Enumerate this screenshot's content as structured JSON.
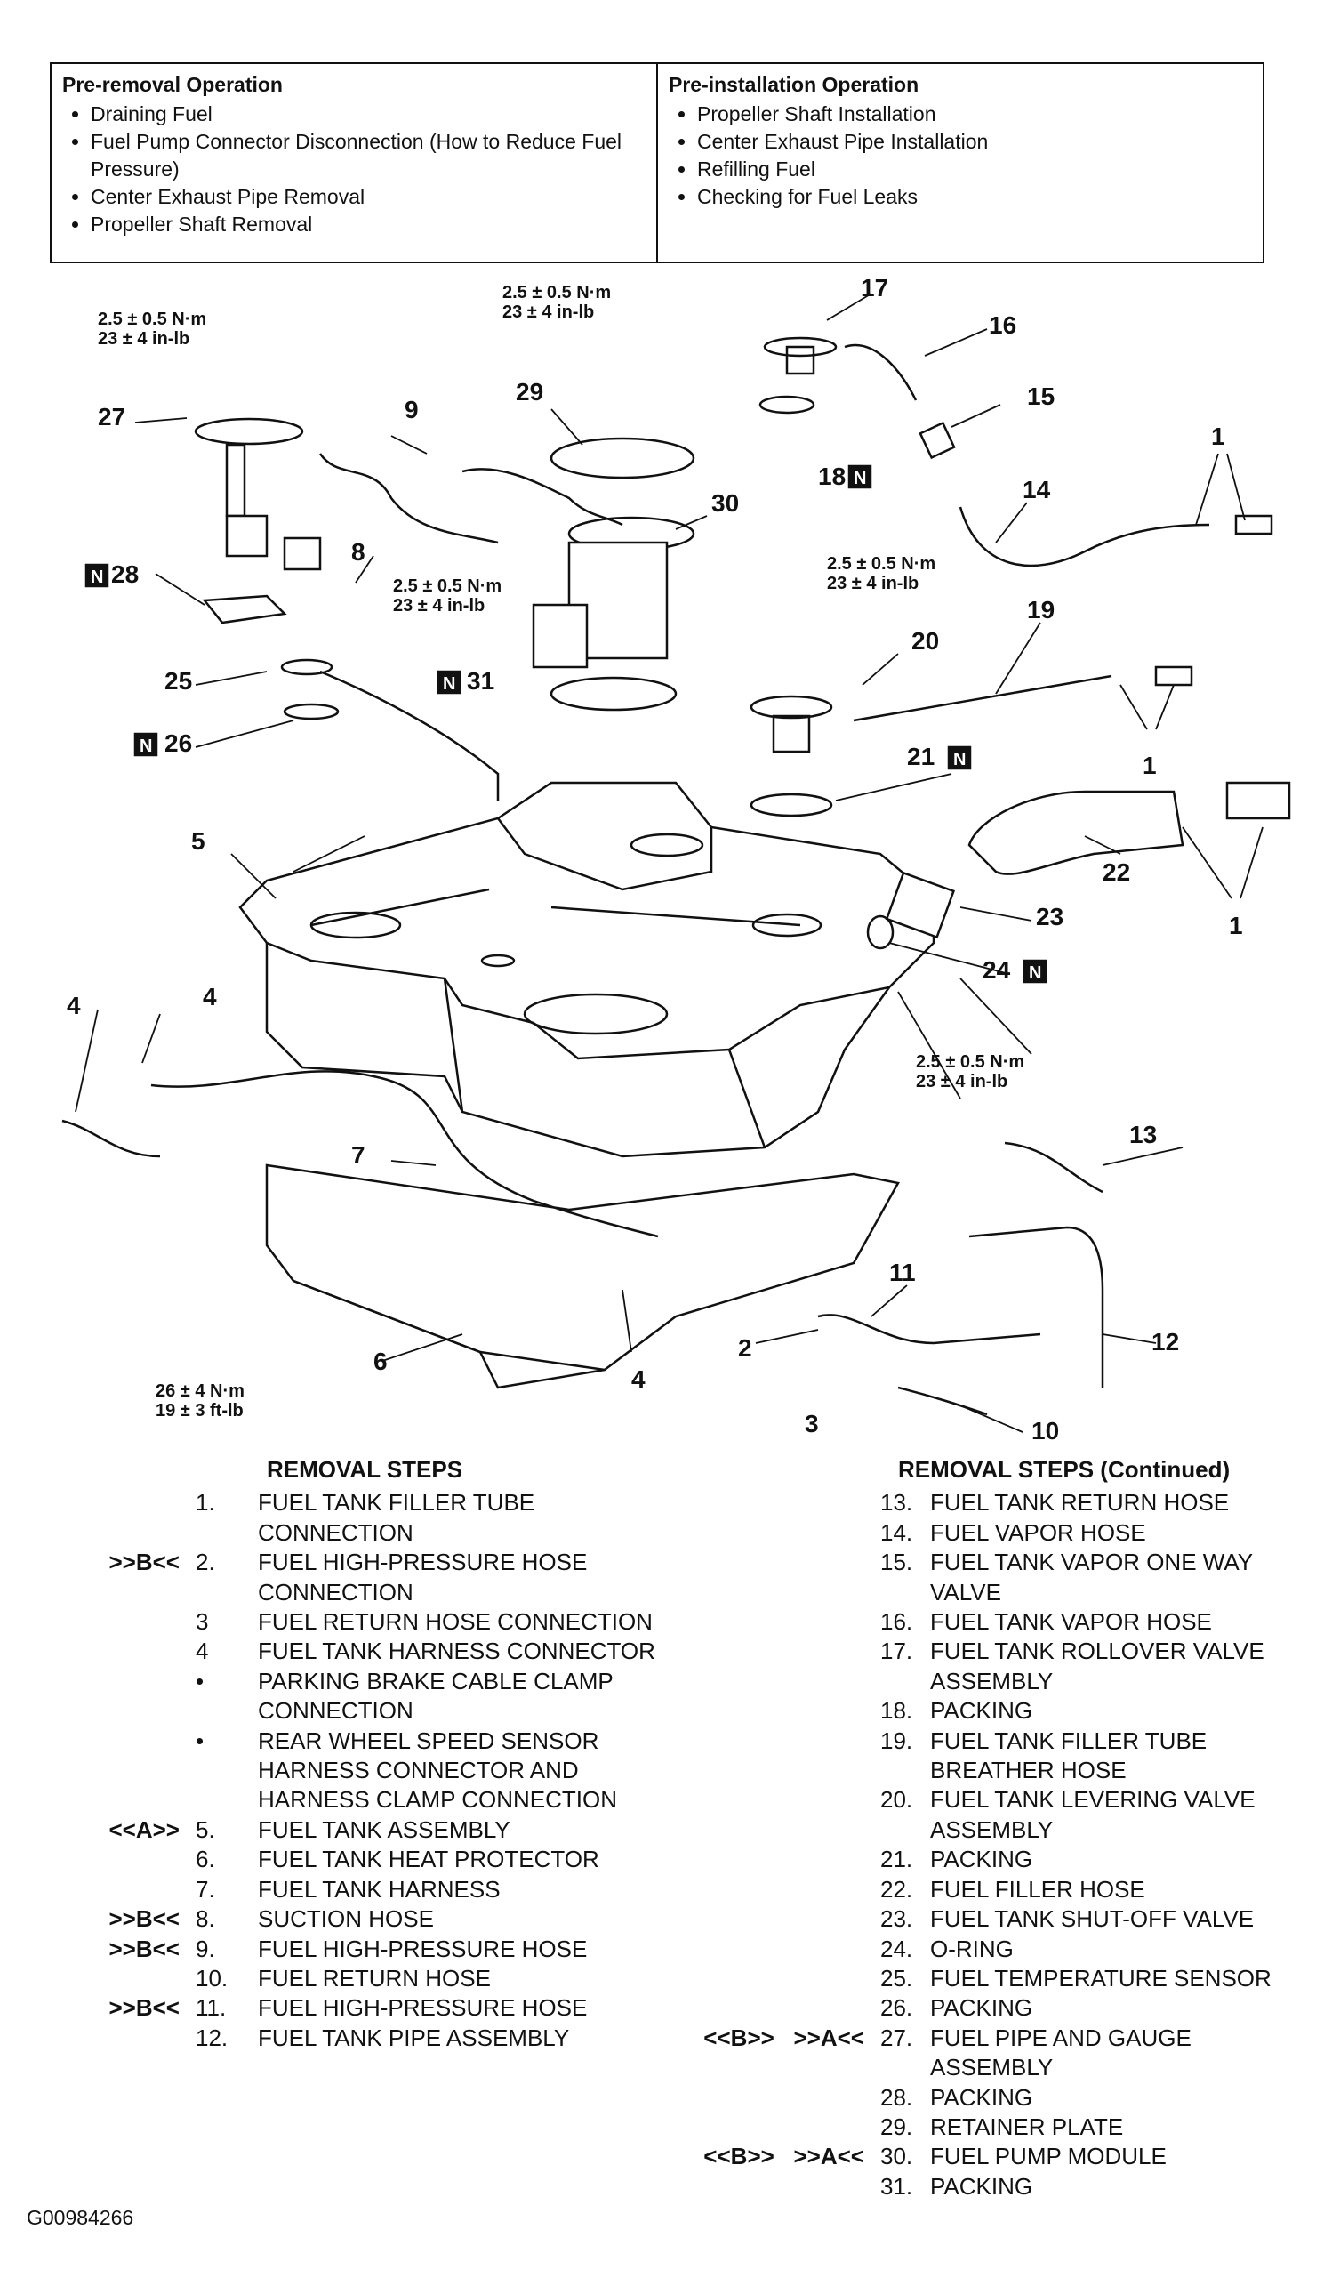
{
  "operations": {
    "pre_removal": {
      "title": "Pre-removal Operation",
      "items": [
        "Draining Fuel",
        "Fuel Pump Connector Disconnection (How to Reduce Fuel Pressure)",
        "Center Exhaust Pipe Removal",
        "Propeller Shaft Removal"
      ]
    },
    "pre_installation": {
      "title": "Pre-installation Operation",
      "items": [
        "Propeller Shaft Installation",
        "Center Exhaust Pipe Installation",
        "Refilling Fuel",
        "Checking for Fuel Leaks"
      ]
    }
  },
  "torque": {
    "t_2_5_nm": "2.5 ± 0.5 N·m",
    "t_23_inlb": "23 ± 4 in-lb",
    "t_26_nm": "26 ± 4 N·m",
    "t_19_ftlb": "19 ± 3 ft-lb"
  },
  "callouts": {
    "c1": "1",
    "c2": "2",
    "c3": "3",
    "c4": "4",
    "c5": "5",
    "c6": "6",
    "c7": "7",
    "c8": "8",
    "c9": "9",
    "c10": "10",
    "c11": "11",
    "c12": "12",
    "c13": "13",
    "c14": "14",
    "c15": "15",
    "c16": "16",
    "c17": "17",
    "c18": "18",
    "c19": "19",
    "c20": "20",
    "c21": "21",
    "c22": "22",
    "c23": "23",
    "c24": "24",
    "c25": "25",
    "c26": "26",
    "c27": "27",
    "c28": "28",
    "c29": "29",
    "c30": "30",
    "c31": "31",
    "new_part_symbol": "N"
  },
  "removal_steps": {
    "title": "REMOVAL STEPS",
    "items": [
      {
        "tag": "",
        "num": "1.",
        "text": "FUEL TANK FILLER TUBE CONNECTION"
      },
      {
        "tag": ">>B<<",
        "num": "2.",
        "text": "FUEL HIGH-PRESSURE HOSE CONNECTION"
      },
      {
        "tag": "",
        "num": "3",
        "text": "FUEL RETURN HOSE CONNECTION"
      },
      {
        "tag": "",
        "num": "4",
        "text": "FUEL TANK HARNESS CONNECTOR"
      },
      {
        "tag": "",
        "num": "•",
        "text": "PARKING BRAKE CABLE CLAMP CONNECTION"
      },
      {
        "tag": "",
        "num": "•",
        "text": "REAR WHEEL SPEED SENSOR HARNESS CONNECTOR AND HARNESS CLAMP CONNECTION"
      },
      {
        "tag": "<<A>>",
        "num": "5.",
        "text": "FUEL TANK ASSEMBLY"
      },
      {
        "tag": "",
        "num": "6.",
        "text": "FUEL TANK HEAT PROTECTOR"
      },
      {
        "tag": "",
        "num": "7.",
        "text": "FUEL TANK HARNESS"
      },
      {
        "tag": ">>B<<",
        "num": "8.",
        "text": "SUCTION HOSE"
      },
      {
        "tag": ">>B<<",
        "num": "9.",
        "text": "FUEL HIGH-PRESSURE HOSE"
      },
      {
        "tag": "",
        "num": "10.",
        "text": "FUEL RETURN HOSE"
      },
      {
        "tag": ">>B<<",
        "num": "11.",
        "text": "FUEL HIGH-PRESSURE HOSE"
      },
      {
        "tag": "",
        "num": "12.",
        "text": "FUEL TANK PIPE ASSEMBLY"
      }
    ]
  },
  "removal_steps_continued": {
    "title": "REMOVAL STEPS (Continued)",
    "items": [
      {
        "tag": "",
        "num": "13.",
        "text": "FUEL TANK RETURN HOSE"
      },
      {
        "tag": "",
        "num": "14.",
        "text": "FUEL VAPOR HOSE"
      },
      {
        "tag": "",
        "num": "15.",
        "text": "FUEL TANK VAPOR ONE WAY VALVE"
      },
      {
        "tag": "",
        "num": "16.",
        "text": "FUEL TANK VAPOR HOSE"
      },
      {
        "tag": "",
        "num": "17.",
        "text": "FUEL TANK ROLLOVER VALVE ASSEMBLY"
      },
      {
        "tag": "",
        "num": "18.",
        "text": "PACKING"
      },
      {
        "tag": "",
        "num": "19.",
        "text": "FUEL TANK FILLER TUBE BREATHER HOSE"
      },
      {
        "tag": "",
        "num": "20.",
        "text": "FUEL TANK LEVERING VALVE ASSEMBLY"
      },
      {
        "tag": "",
        "num": "21.",
        "text": "PACKING"
      },
      {
        "tag": "",
        "num": "22.",
        "text": "FUEL FILLER HOSE"
      },
      {
        "tag": "",
        "num": "23.",
        "text": "FUEL TANK SHUT-OFF VALVE"
      },
      {
        "tag": "",
        "num": "24.",
        "text": "O-RING"
      },
      {
        "tag": "",
        "num": "25.",
        "text": "FUEL TEMPERATURE SENSOR"
      },
      {
        "tag": "",
        "num": "26.",
        "text": "PACKING"
      },
      {
        "tag": "<<B>>   >>A<<",
        "num": "27.",
        "text": "FUEL PIPE AND GAUGE ASSEMBLY"
      },
      {
        "tag": "",
        "num": "28.",
        "text": "PACKING"
      },
      {
        "tag": "",
        "num": "29.",
        "text": "RETAINER PLATE"
      },
      {
        "tag": "<<B>>   >>A<<",
        "num": "30.",
        "text": "FUEL PUMP MODULE"
      },
      {
        "tag": "",
        "num": "31.",
        "text": "PACKING"
      }
    ]
  },
  "figure_id": "G00984266"
}
